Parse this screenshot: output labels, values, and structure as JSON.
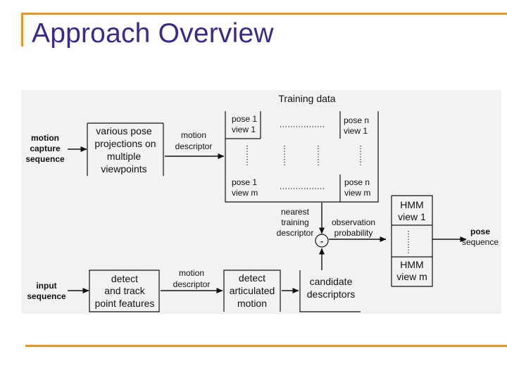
{
  "slide": {
    "title": "Approach Overview"
  },
  "diagram": {
    "training_data": "Training data",
    "motion_capture": [
      "motion",
      "capture",
      "sequence"
    ],
    "various_pose": [
      "various pose",
      "projections on",
      "multiple",
      "viewpoints"
    ],
    "motion_descriptor_top": [
      "motion",
      "descriptor"
    ],
    "cell_11": [
      "pose 1",
      "view 1"
    ],
    "cell_n1": [
      "pose n",
      "view 1"
    ],
    "cell_1m": [
      "pose 1",
      "view m"
    ],
    "cell_nm": [
      "pose n",
      "view m"
    ],
    "nearest": [
      "nearest",
      "training",
      "descriptor"
    ],
    "observation": [
      "observation",
      "probability"
    ],
    "minus": "-",
    "hmm1": [
      "HMM",
      "view 1"
    ],
    "hmmm": [
      "HMM",
      "view m"
    ],
    "pose_sequence": [
      "pose",
      "sequence"
    ],
    "input_sequence": [
      "input",
      "sequence"
    ],
    "detect_track": [
      "detect",
      "and track",
      "point features"
    ],
    "motion_descriptor_bottom": [
      "motion",
      "descriptor"
    ],
    "detect_artic": [
      "detect",
      "articulated",
      "motion"
    ],
    "candidate": [
      "candidate",
      "descriptors"
    ]
  }
}
